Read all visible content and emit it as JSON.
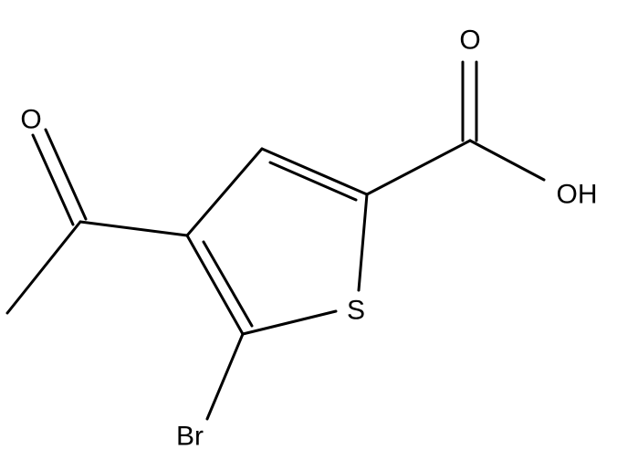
{
  "molecule": {
    "atoms": {
      "carbonyl_o": "O",
      "acid_o": "O",
      "hydroxyl": "OH",
      "sulfur": "S",
      "bromine": "Br"
    }
  },
  "colors": {
    "bond": "#000000",
    "label": "#000000",
    "background": "#ffffff"
  }
}
